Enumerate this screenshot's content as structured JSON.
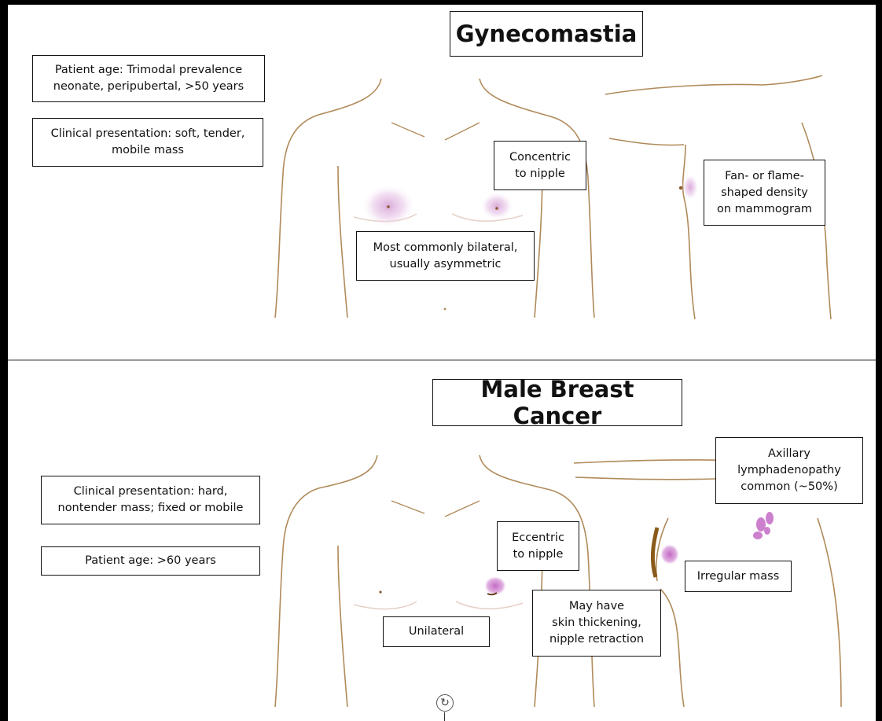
{
  "gynecomastia": {
    "title": "Gynecomastia",
    "patient_age": "Patient age: Trimodal prevalence\nneonate, peripubertal, >50 years",
    "clinical_presentation": "Clinical presentation: soft, tender,\nmobile mass",
    "concentric": "Concentric\nto nipple",
    "fan_shaped": "Fan- or flame-\nshaped density\non mammogram",
    "bilateral": "Most commonly bilateral,\nusually asymmetric"
  },
  "male_breast_cancer": {
    "title": "Male Breast Cancer",
    "clinical_presentation": "Clinical presentation: hard,\nnontender mass; fixed or mobile",
    "patient_age": "Patient age: >60 years",
    "eccentric": "Eccentric\nto nipple",
    "axillary": "Axillary\nlymphadenopathy\ncommon (~50%)",
    "irregular_mass": "Irregular mass",
    "skin_thickening": "May have\nskin thickening,\nnipple retraction",
    "unilateral": "Unilateral"
  },
  "colors": {
    "outline": "#b08a5a",
    "density": "#d8a6d8",
    "mass": "#c46ac4",
    "background": "#ffffff"
  },
  "icons": {
    "reload": "reload-icon"
  }
}
